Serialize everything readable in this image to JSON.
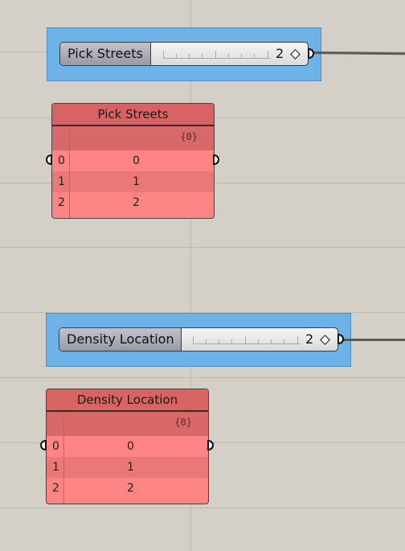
{
  "canvas": {
    "background": "#d4d0c8"
  },
  "components": [
    {
      "slider": {
        "label": "Pick Streets",
        "value": "2"
      },
      "panel": {
        "title": "Pick Streets",
        "path": "{0}",
        "rows": [
          {
            "index": "0",
            "value": "0"
          },
          {
            "index": "1",
            "value": "1"
          },
          {
            "index": "2",
            "value": "2"
          }
        ]
      }
    },
    {
      "slider": {
        "label": "Density Location",
        "value": "2"
      },
      "panel": {
        "title": "Density Location",
        "path": "{0}",
        "rows": [
          {
            "index": "0",
            "value": "0"
          },
          {
            "index": "1",
            "value": "1"
          },
          {
            "index": "2",
            "value": "2"
          }
        ]
      }
    }
  ],
  "colors": {
    "group": "#6db3e8",
    "panel": "#ff8585",
    "panel_header": "#d96262"
  }
}
